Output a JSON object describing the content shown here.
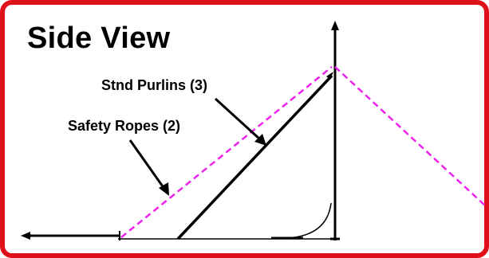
{
  "title": "Side View",
  "labels": {
    "purlins": "Stnd Purlins (3)",
    "safety_ropes": "Safety Ropes (2)"
  },
  "colors": {
    "frame_border": "#e0101a",
    "rope": "#ee22ee",
    "line": "#000000"
  }
}
